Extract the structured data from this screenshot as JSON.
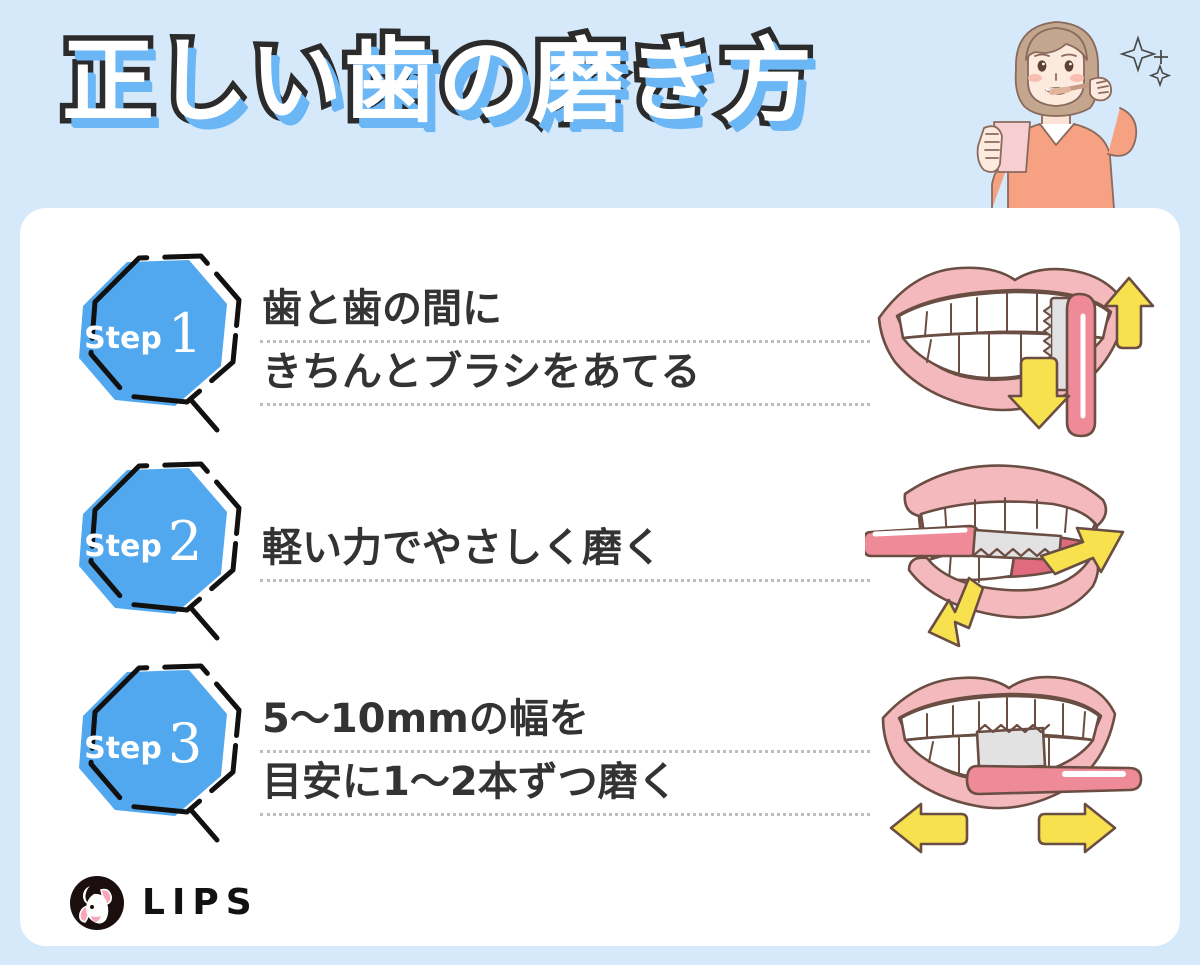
{
  "page": {
    "background_color": "#d6e9fb",
    "card_color": "#ffffff"
  },
  "header": {
    "title": "正しい歯の磨き方",
    "title_fill_color": "#ffffff",
    "title_outline_color": "#2b2b2b",
    "title_shadow_color": "#6bb6f5",
    "character_alt": "woman-brushing-teeth-illustration"
  },
  "theme": {
    "badge_blue": "#52a8ee",
    "badge_outline": "#111111",
    "text_color": "#333333",
    "dotted_line_color": "#bdbdbd",
    "arrow_yellow": "#f7e14f",
    "lip_pink": "#f4b9bc",
    "brush_pink": "#ef8a98",
    "bristle_gray": "#dcdcdc",
    "outline_brown": "#6b4e43"
  },
  "steps": [
    {
      "badge_prefix": "Step",
      "badge_number": "1",
      "badge_label": "Step 1",
      "lines": [
        "歯と歯の間に",
        "きちんとブラシをあてる"
      ],
      "illustration": "mouth-vertical-brush-up-down-arrows",
      "arrow_directions": [
        "up",
        "down"
      ]
    },
    {
      "badge_prefix": "Step",
      "badge_number": "2",
      "badge_label": "Step 2",
      "lines": [
        "軽い力でやさしく磨く"
      ],
      "illustration": "open-mouth-horizontal-brush-diagonal-arrows",
      "arrow_directions": [
        "upper-right",
        "lower-left"
      ]
    },
    {
      "badge_prefix": "Step",
      "badge_number": "3",
      "badge_label": "Step 3",
      "lines": [
        "5〜10mmの幅を",
        "目安に1〜2本ずつ磨く"
      ],
      "illustration": "mouth-horizontal-brush-left-right-arrows",
      "arrow_directions": [
        "left",
        "right"
      ]
    }
  ],
  "footer": {
    "logo_word": "LIPS",
    "logo_mark_name": "lips-deer-logo"
  }
}
